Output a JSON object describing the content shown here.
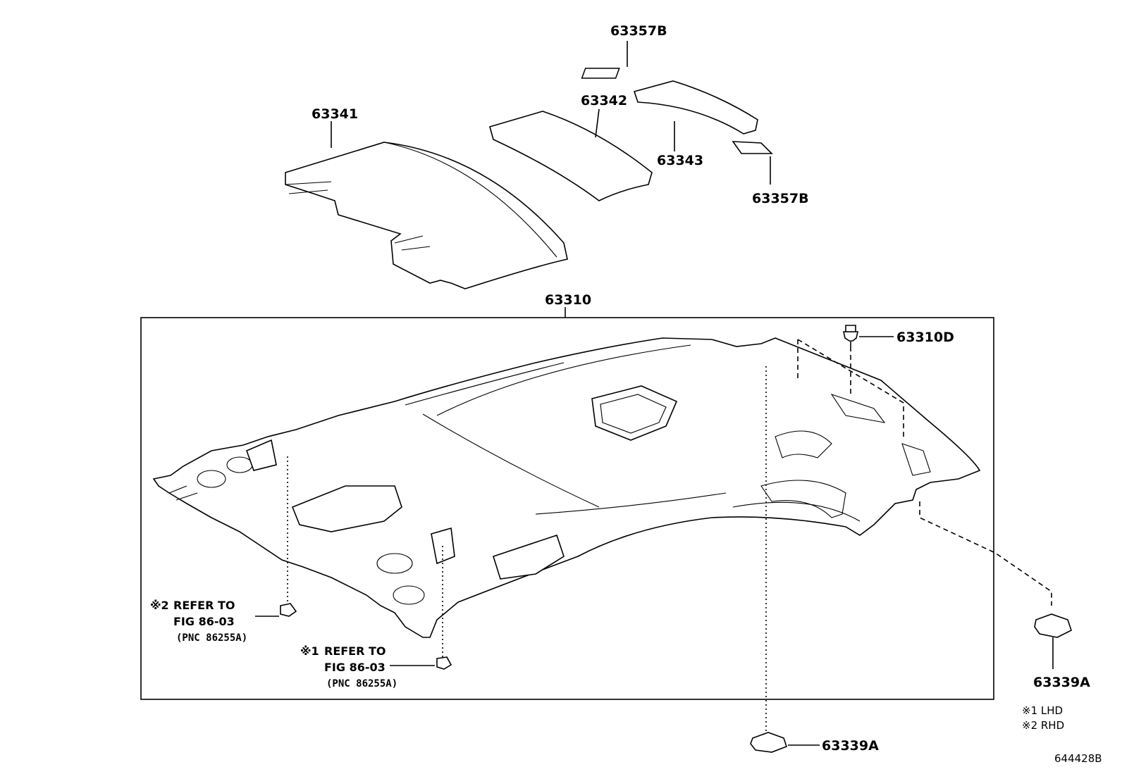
{
  "parts": {
    "p63357B_top": "63357B",
    "p63342": "63342",
    "p63341": "63341",
    "p63343": "63343",
    "p63357B_bottom": "63357B",
    "p63310": "63310",
    "p63310D": "63310D",
    "p63339A_right": "63339A",
    "p63339A_bottom": "63339A"
  },
  "refs": {
    "rhd_mark": "※2",
    "rhd_refer": "REFER TO",
    "rhd_fig": "FIG 86-03",
    "rhd_pnc": "(PNC 86255A)",
    "lhd_mark": "※1",
    "lhd_refer": "REFER TO",
    "lhd_fig": "FIG 86-03",
    "lhd_pnc": "(PNC 86255A)"
  },
  "legend": {
    "lhd": "※1 LHD",
    "rhd": "※2 RHD"
  },
  "figure_id": "644428B"
}
